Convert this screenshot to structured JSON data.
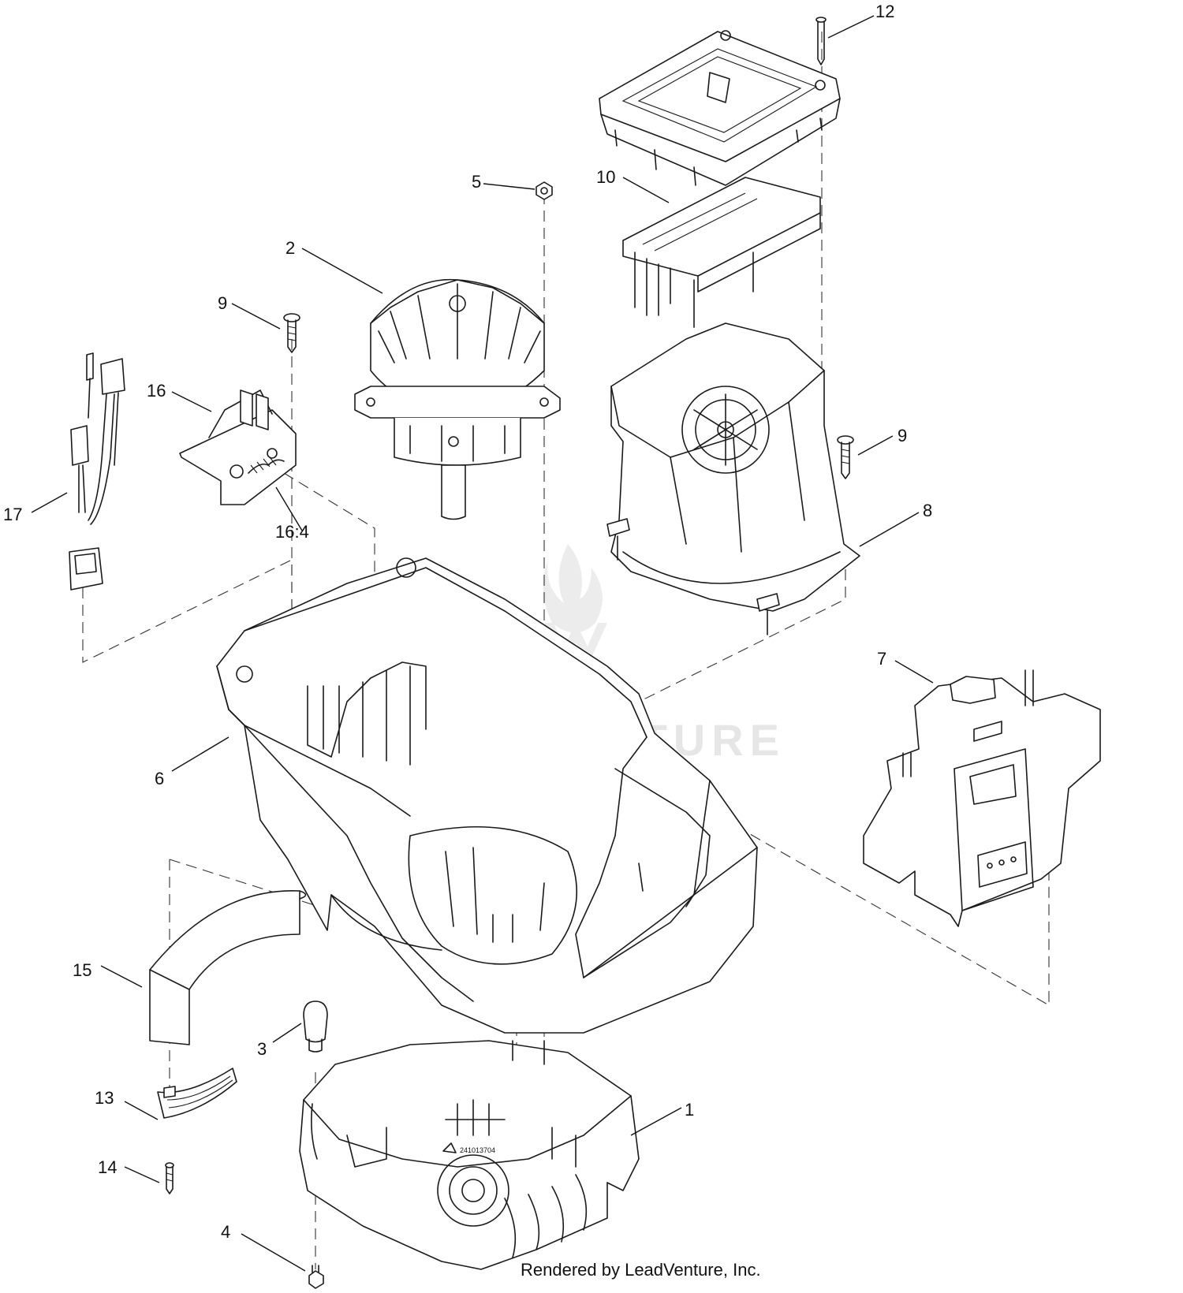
{
  "watermark": "LEADVENTURE",
  "footer_text": "Rendered by LeadVenture, Inc.",
  "decal_text": "241013704",
  "callouts": [
    {
      "id": "c12",
      "label": "12"
    },
    {
      "id": "c10",
      "label": "10"
    },
    {
      "id": "c5",
      "label": "5"
    },
    {
      "id": "c2",
      "label": "2"
    },
    {
      "id": "c9a",
      "label": "9"
    },
    {
      "id": "c16",
      "label": "16"
    },
    {
      "id": "c17",
      "label": "17"
    },
    {
      "id": "c164",
      "label": "16:4"
    },
    {
      "id": "c9b",
      "label": "9"
    },
    {
      "id": "c8",
      "label": "8"
    },
    {
      "id": "c7",
      "label": "7"
    },
    {
      "id": "c6",
      "label": "6"
    },
    {
      "id": "c15",
      "label": "15"
    },
    {
      "id": "c3",
      "label": "3"
    },
    {
      "id": "c13",
      "label": "13"
    },
    {
      "id": "c1",
      "label": "1"
    },
    {
      "id": "c14",
      "label": "14"
    },
    {
      "id": "c4",
      "label": "4"
    }
  ]
}
